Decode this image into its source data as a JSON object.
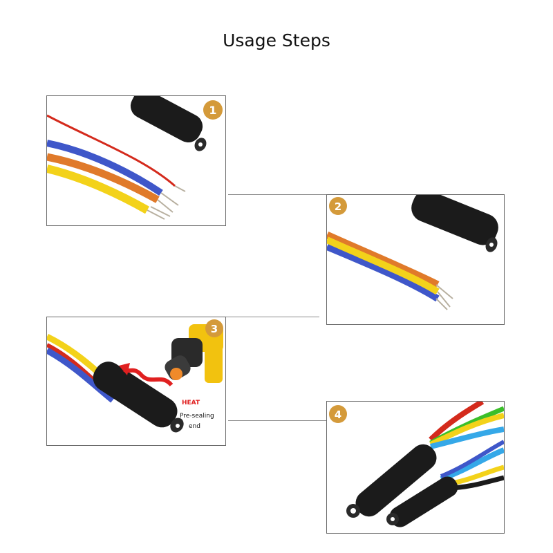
{
  "title": "Usage Steps",
  "steps": [
    {
      "number": "1"
    },
    {
      "number": "2"
    },
    {
      "number": "3",
      "labels": {
        "heat": "HEAT",
        "pre_sealing_line1": "Pre-sealing",
        "pre_sealing_line2": "end"
      }
    },
    {
      "number": "4"
    }
  ],
  "colors": {
    "badge": "#d49a3a",
    "tube": "#1b1b1b",
    "wire_yellow": "#f3d21a",
    "wire_blue": "#3f57c9",
    "wire_orange": "#e07a2a",
    "wire_red": "#d42a1c",
    "wire_light_blue": "#35a8e8",
    "wire_green": "#3bbf2a",
    "heat_arrow": "#e02020"
  }
}
